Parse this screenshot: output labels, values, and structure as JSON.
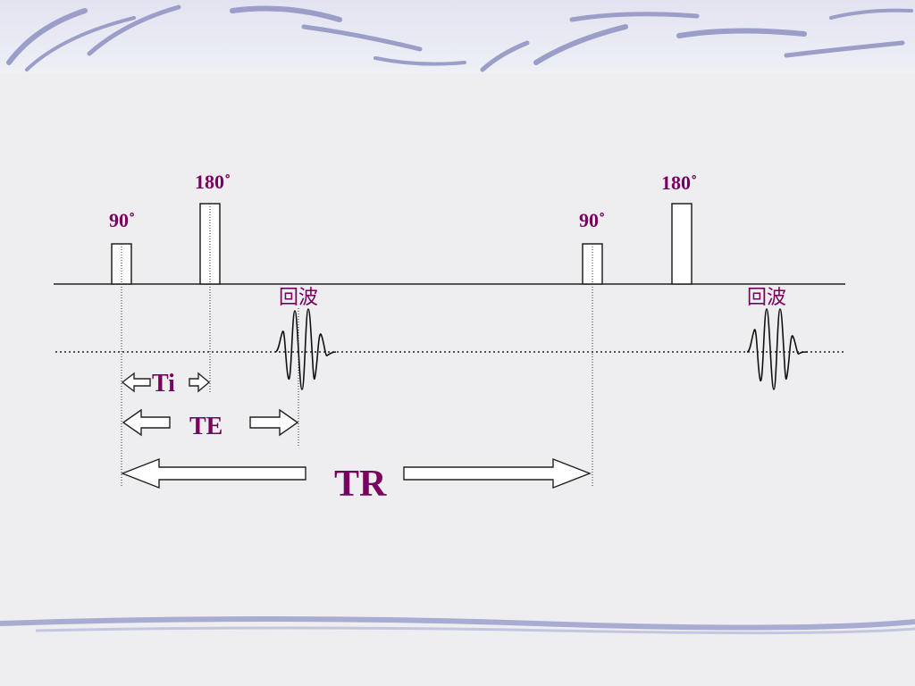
{
  "pulses": {
    "p90_first": "90˚",
    "p180_first": "180˚",
    "p90_second": "90˚",
    "p180_second": "180˚"
  },
  "echo": {
    "first": "回波",
    "second": "回波"
  },
  "intervals": {
    "ti": "Ti",
    "te": "TE",
    "tr": "TR"
  },
  "colors": {
    "label": "#7a0060",
    "line": "#222222",
    "banner": "#9a9ec8"
  }
}
